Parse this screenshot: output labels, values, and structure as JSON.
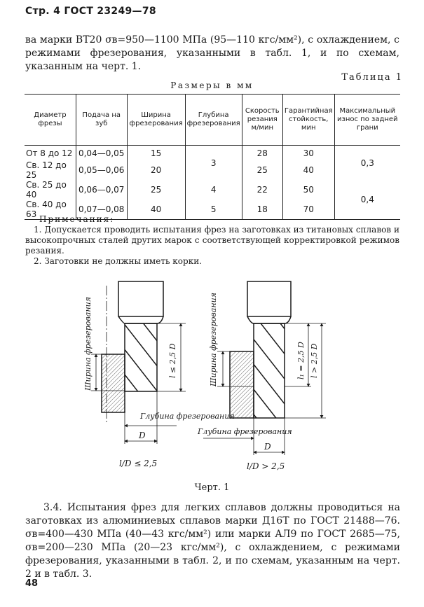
{
  "header": {
    "page_label": "Стр. 4 ГОСТ 23249—78"
  },
  "intro": "ва марки ВТ20 σв=950—1100 МПа (95—110 кгс/мм²), с охлаждением, с режимами фрезерования, указанными в табл. 1, и по схемам, указанным на черт. 1.",
  "table": {
    "caption": "Таблица 1",
    "title": "Размеры в мм",
    "headers": [
      "Диаметр фрезы",
      "Подача на зуб",
      "Ширина фрезерования",
      "Глубина фрезерования",
      "Скорость резания м/мин",
      "Гарантийная стойкость, мин",
      "Максимальный износ по задней грани"
    ],
    "rows": [
      {
        "diameter": "От 8 до 12",
        "feed": "0,04—0,05",
        "width": "15",
        "speed": "28",
        "life": "30"
      },
      {
        "diameter": "Св. 12 до 25",
        "feed": "0,05—0,06",
        "width": "20",
        "speed": "25",
        "life": "40"
      },
      {
        "diameter": "Св. 25 до 40",
        "feed": "0,06—0,07",
        "width": "25",
        "speed": "22",
        "life": "50"
      },
      {
        "diameter": "Св. 40 до 63",
        "feed": "0,07—0,08",
        "width": "40",
        "speed": "18",
        "life": "70"
      }
    ],
    "depth_values": [
      "3",
      "4",
      "5"
    ],
    "wear_values": [
      "0,3",
      "0,4"
    ]
  },
  "notes": {
    "title": "Примечания:",
    "items": [
      "1. Допускается проводить испытания фрез на заготовках из титановых сплавов и высокопрочных сталей других марок с соответствующей корректировкой режимов резания.",
      "2. Заготовки не должны иметь корки."
    ]
  },
  "figure": {
    "left_width_label": "Ширина фрезерования",
    "left_l_label": "l ≤ 2,5 D",
    "left_depth_label": "Глубина фрезерования",
    "left_d_label": "D",
    "left_ratio": "l/D ≤ 2,5",
    "right_width_label": "Ширина фрезерования",
    "right_l1_label": "l₁ = 2,5 D",
    "right_l_label": "l > 2,5 D",
    "right_depth_label": "Глубина фрезерования",
    "right_d_label": "D",
    "right_ratio": "l/D > 2,5",
    "caption": "Черт. 1"
  },
  "section_3_4": "3.4. Испытания фрез для легких сплавов должны проводиться на заготовках из алюминиевых сплавов марки Д16Т по ГОСТ 21488—76. σв=400—430 МПа (40—43 кгс/мм²) или марки АЛ9 по ГОСТ 2685—75, σв=200—230 МПа (20—23 кгс/мм²), с охлаждением, с режимами фрезерования, указанными в табл. 2, и по схемам, указанным на черт. 2 и в табл. 3.",
  "page_number": "48"
}
